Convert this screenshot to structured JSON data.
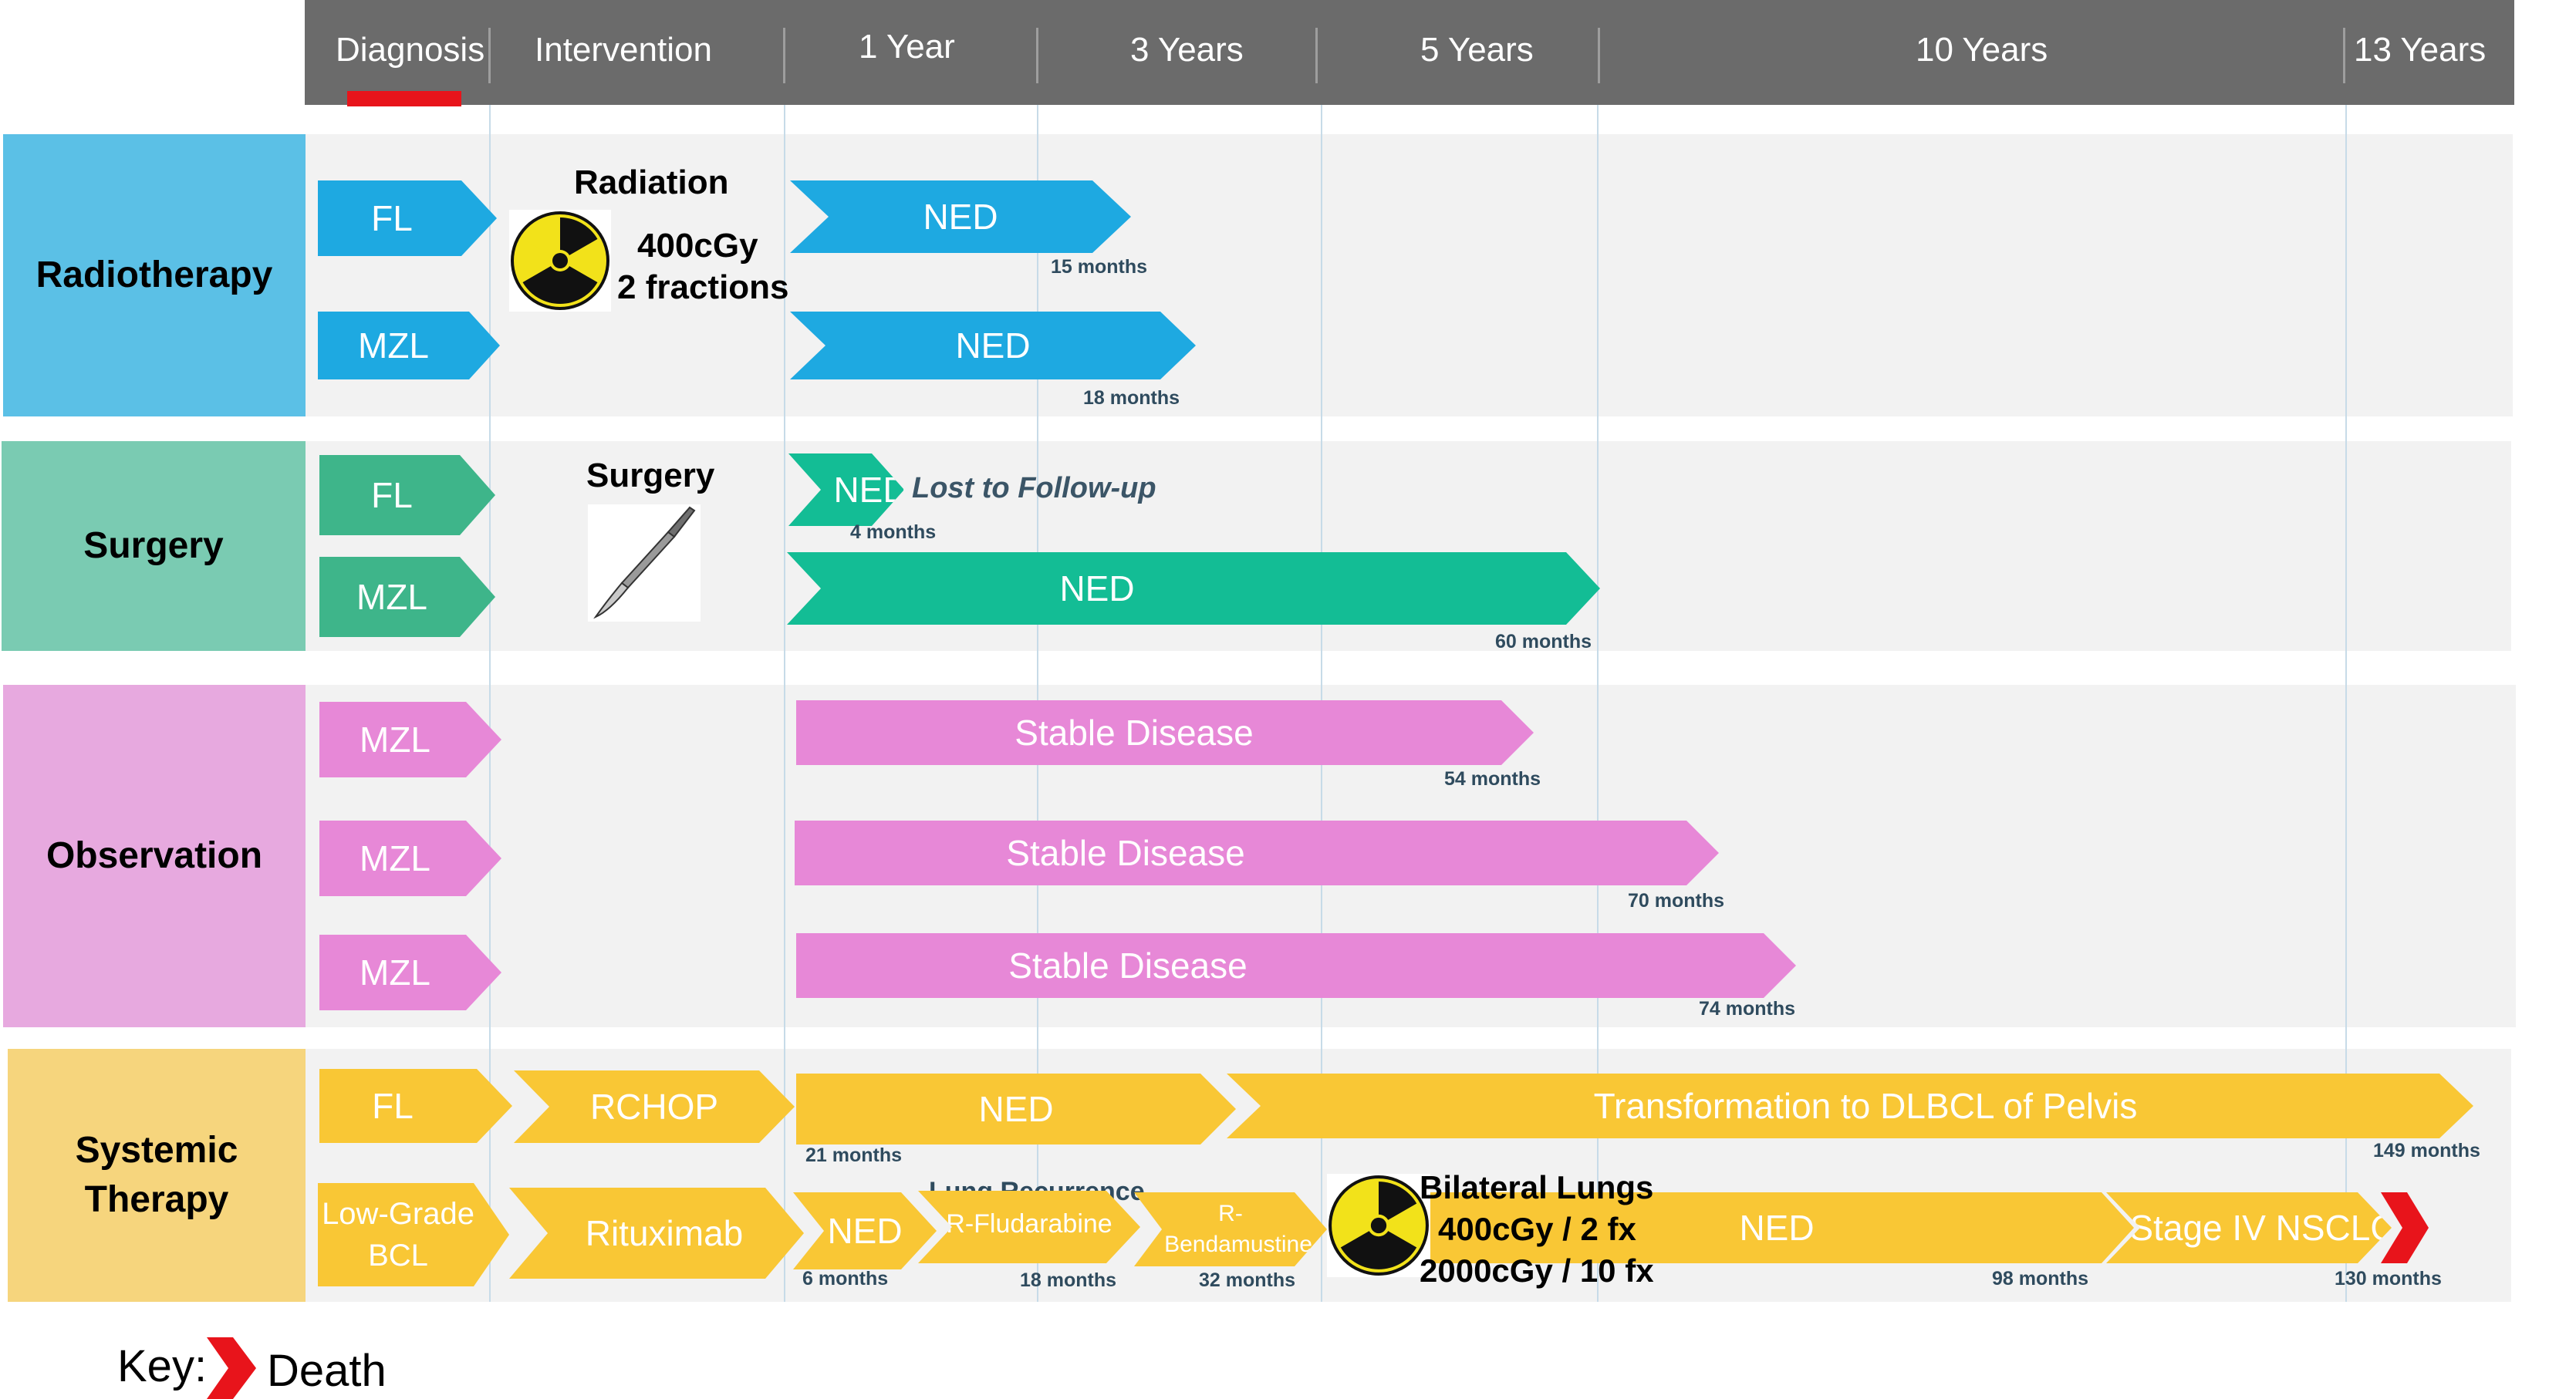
{
  "header": {
    "columns": [
      "Diagnosis",
      "Intervention",
      "1 Year",
      "3 Years",
      "5 Years",
      "10 Years",
      "13 Years"
    ]
  },
  "categories": {
    "radiotherapy": "Radiotherapy",
    "surgery": "Surgery",
    "observation": "Observation",
    "systemic_line1": "Systemic",
    "systemic_line2": "Therapy"
  },
  "radiotherapy": {
    "row1_dx": "FL",
    "row2_dx": "MZL",
    "intervention_title": "Radiation",
    "dose_line1": "400cGy",
    "dose_line2": "2 fractions",
    "row1_outcome": "NED",
    "row1_months": "15 months",
    "row2_outcome": "NED",
    "row2_months": "18 months"
  },
  "surgery": {
    "row1_dx": "FL",
    "row2_dx": "MZL",
    "intervention_title": "Surgery",
    "row1_outcome": "NED",
    "row1_note": "Lost to Follow-up",
    "row1_months": "4 months",
    "row2_outcome": "NED",
    "row2_months": "60 months"
  },
  "observation": {
    "row1_dx": "MZL",
    "row2_dx": "MZL",
    "row3_dx": "MZL",
    "row1_outcome": "Stable Disease",
    "row1_months": "54 months",
    "row2_outcome": "Stable Disease",
    "row2_months": "70 months",
    "row3_outcome": "Stable Disease",
    "row3_months": "74 months"
  },
  "systemic": {
    "row1_dx": "FL",
    "row1_treatment": "RCHOP",
    "row1_outcome": "NED",
    "row1_months": "21 months",
    "row1_transform": "Transformation to DLBCL of Pelvis",
    "row1_end_months": "149 months",
    "row2_dx_line1": "Low-Grade",
    "row2_dx_line2": "BCL",
    "row2_treatment": "Rituximab",
    "row2_outcome1": "NED",
    "row2_months1": "6 months",
    "row2_recurrence": "Lung Recurrence",
    "row2_chemo1": "R-Fludarabine",
    "row2_months2": "18 months",
    "row2_chemo2_line1": "R-",
    "row2_chemo2_line2": "Bendamustine",
    "row2_months3": "32 months",
    "row2_rt_title": "Bilateral Lungs",
    "row2_rt_line1": "400cGy / 2 fx",
    "row2_rt_line2": "2000cGy / 10 fx",
    "row2_outcome2": "NED",
    "row2_months4": "98 months",
    "row2_final": "Stage IV NSCLC",
    "row2_months5": "130 months"
  },
  "key": {
    "label": "Key:",
    "death": "Death"
  },
  "colors": {
    "header": "#6b6b6b",
    "radiotherapy": "#1ea9e1",
    "radiotherapy_cat": "#5bc0e6",
    "surgery": "#3eb58a",
    "surgery_ned": "#13bd95",
    "surgery_cat": "#7acbb2",
    "observation": "#e788d7",
    "observation_cat": "#e7a9df",
    "systemic": "#f9c735",
    "systemic_cat": "#f6d57d",
    "death": "#e8141b"
  }
}
